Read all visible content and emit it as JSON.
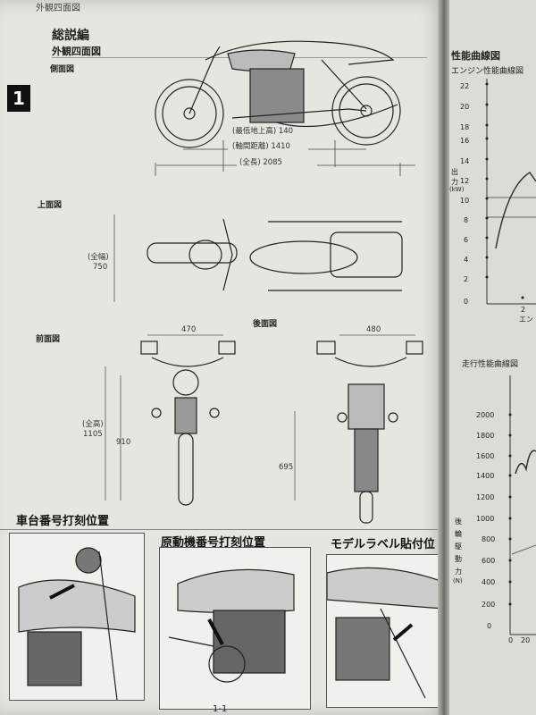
{
  "header": {
    "running_head": "外観四面図",
    "title": "総説編",
    "subtitle": "外観四面図",
    "tab": "1"
  },
  "views": {
    "side": {
      "label": "側面図",
      "dims": {
        "ground_clearance": "(最低地上高) 140",
        "wheelbase": "(軸間距離) 1410",
        "overall_length": "(全長) 2085"
      }
    },
    "top": {
      "label": "上面図",
      "dims": {
        "width_label": "(全幅)",
        "width_value": "750"
      }
    },
    "front": {
      "label": "前面図",
      "dims": {
        "width": "470",
        "height_label": "(全高)",
        "height_value": "1105",
        "seat": "910"
      }
    },
    "rear": {
      "label": "後面図",
      "dims": {
        "width": "480",
        "height": "695"
      }
    }
  },
  "locations": [
    {
      "title": "車台番号打刻位置"
    },
    {
      "title": "原動機番号打刻位置"
    },
    {
      "title": "モデルラベル貼付位置"
    }
  ],
  "page_number": "1-1",
  "right_page": {
    "title": "性能曲線図",
    "engine_chart_title": "エンジン性能曲線図",
    "engine_ylabel": [
      "出",
      "力",
      "(kW)"
    ],
    "engine_yticks": [
      "22",
      "20",
      "18",
      "16",
      "14",
      "12",
      "10",
      "8",
      "6",
      "4",
      "2",
      "0"
    ],
    "engine_xtick": "2",
    "engine_xlabel": "エン",
    "run_chart_title": "走行性能曲線図",
    "run_ylabel": [
      "後",
      "輪",
      "駆",
      "動",
      "力",
      "(N)"
    ],
    "run_yticks": [
      "2000",
      "1800",
      "1600",
      "1400",
      "1200",
      "1000",
      "800",
      "600",
      "400",
      "200",
      "0"
    ],
    "run_xticks": [
      "0",
      "20"
    ]
  }
}
